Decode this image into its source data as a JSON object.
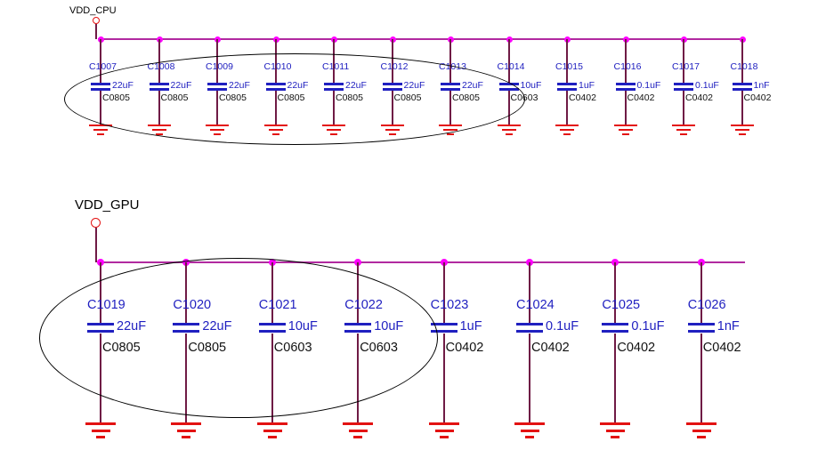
{
  "colors": {
    "background": "#ffffff",
    "bus": "#b12aa0",
    "wire": "#6f1b45",
    "junction": "#ff00ff",
    "plate": "#2020c0",
    "designator_text": "#2020c0",
    "footprint_text": "#111111",
    "ground": "#e31212",
    "power_port": "#e31212",
    "net_label": "#000000",
    "ellipse": "#000000"
  },
  "sections": [
    {
      "net": "VDD_CPU",
      "caps": [
        {
          "ref": "C1007",
          "value": "22uF",
          "footprint": "C0805"
        },
        {
          "ref": "C1008",
          "value": "22uF",
          "footprint": "C0805"
        },
        {
          "ref": "C1009",
          "value": "22uF",
          "footprint": "C0805"
        },
        {
          "ref": "C1010",
          "value": "22uF",
          "footprint": "C0805"
        },
        {
          "ref": "C1011",
          "value": "22uF",
          "footprint": "C0805"
        },
        {
          "ref": "C1012",
          "value": "22uF",
          "footprint": "C0805"
        },
        {
          "ref": "C1013",
          "value": "22uF",
          "footprint": "C0805"
        },
        {
          "ref": "C1014",
          "value": "10uF",
          "footprint": "C0603"
        },
        {
          "ref": "C1015",
          "value": "1uF",
          "footprint": "C0402"
        },
        {
          "ref": "C1016",
          "value": "0.1uF",
          "footprint": "C0402"
        },
        {
          "ref": "C1017",
          "value": "0.1uF",
          "footprint": "C0402"
        },
        {
          "ref": "C1018",
          "value": "1nF",
          "footprint": "C0402"
        }
      ],
      "circled_refs": [
        "C1007",
        "C1008",
        "C1009",
        "C1010",
        "C1011",
        "C1012",
        "C1013"
      ]
    },
    {
      "net": "VDD_GPU",
      "caps": [
        {
          "ref": "C1019",
          "value": "22uF",
          "footprint": "C0805"
        },
        {
          "ref": "C1020",
          "value": "22uF",
          "footprint": "C0805"
        },
        {
          "ref": "C1021",
          "value": "10uF",
          "footprint": "C0603"
        },
        {
          "ref": "C1022",
          "value": "10uF",
          "footprint": "C0603"
        },
        {
          "ref": "C1023",
          "value": "1uF",
          "footprint": "C0402"
        },
        {
          "ref": "C1024",
          "value": "0.1uF",
          "footprint": "C0402"
        },
        {
          "ref": "C1025",
          "value": "0.1uF",
          "footprint": "C0402"
        },
        {
          "ref": "C1026",
          "value": "1nF",
          "footprint": "C0402"
        }
      ],
      "circled_refs": [
        "C1019",
        "C1020",
        "C1021",
        "C1022"
      ]
    }
  ]
}
